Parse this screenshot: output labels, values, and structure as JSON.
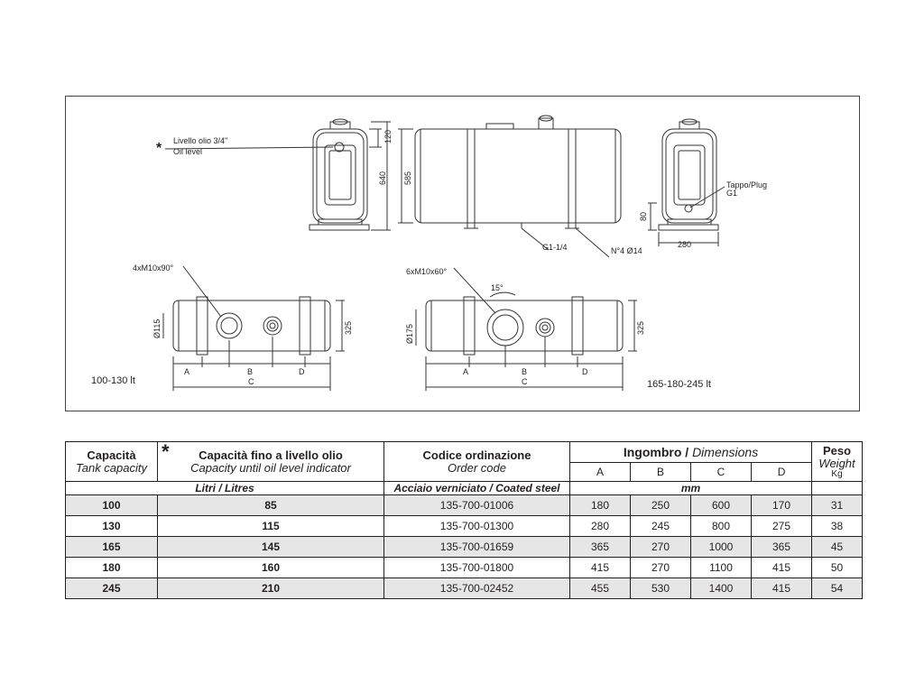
{
  "drawing": {
    "oil_level_label": "Livello olio 3/4\"",
    "oil_level_label_en": "Oil level",
    "star": "*",
    "plug_label": "Tappo/Plug",
    "plug_size": "G1",
    "g1_1_4": "G1-1/4",
    "holes": "N°4 Ø14",
    "dim_120": "120",
    "dim_640": "640",
    "dim_585": "585",
    "dim_80": "80",
    "dim_280": "280",
    "bolt_small": "4xM10x90°",
    "bolt_large": "6xM10x60°",
    "angle_15": "15°",
    "dia_115": "Ø115",
    "dia_175": "Ø175",
    "dim_325_left": "325",
    "dim_325_right": "325",
    "range_small": "100-130 lt",
    "range_large": "165-180-245 lt",
    "letters": {
      "a": "A",
      "b": "B",
      "c": "C",
      "d": "D"
    }
  },
  "table": {
    "col_capacity": "Capacità",
    "col_capacity_en": "Tank capacity",
    "col_oil": "Capacità fino a livello olio",
    "col_oil_en": "Capacity until oil level indicator",
    "col_code": "Codice ordinazione",
    "col_code_en": "Order code",
    "col_dims": "Ingombro /",
    "col_dims_en": "Dimensions",
    "col_weight": "Peso",
    "col_weight_en": "Weight",
    "col_weight_unit": "Kg",
    "letters": [
      "A",
      "B",
      "C",
      "D"
    ],
    "unit_litres": "Litri / Litres",
    "unit_steel": "Acciaio verniciato / Coated steel",
    "unit_mm": "mm",
    "star": "*",
    "rows": [
      {
        "cap": "100",
        "oil": "85",
        "code": "135-700-01006",
        "a": "180",
        "b": "250",
        "c": "600",
        "d": "170",
        "w": "31"
      },
      {
        "cap": "130",
        "oil": "115",
        "code": "135-700-01300",
        "a": "280",
        "b": "245",
        "c": "800",
        "d": "275",
        "w": "38"
      },
      {
        "cap": "165",
        "oil": "145",
        "code": "135-700-01659",
        "a": "365",
        "b": "270",
        "c": "1000",
        "d": "365",
        "w": "45"
      },
      {
        "cap": "180",
        "oil": "160",
        "code": "135-700-01800",
        "a": "415",
        "b": "270",
        "c": "1100",
        "d": "415",
        "w": "50"
      },
      {
        "cap": "245",
        "oil": "210",
        "code": "135-700-02452",
        "a": "455",
        "b": "530",
        "c": "1400",
        "d": "415",
        "w": "54"
      }
    ]
  }
}
